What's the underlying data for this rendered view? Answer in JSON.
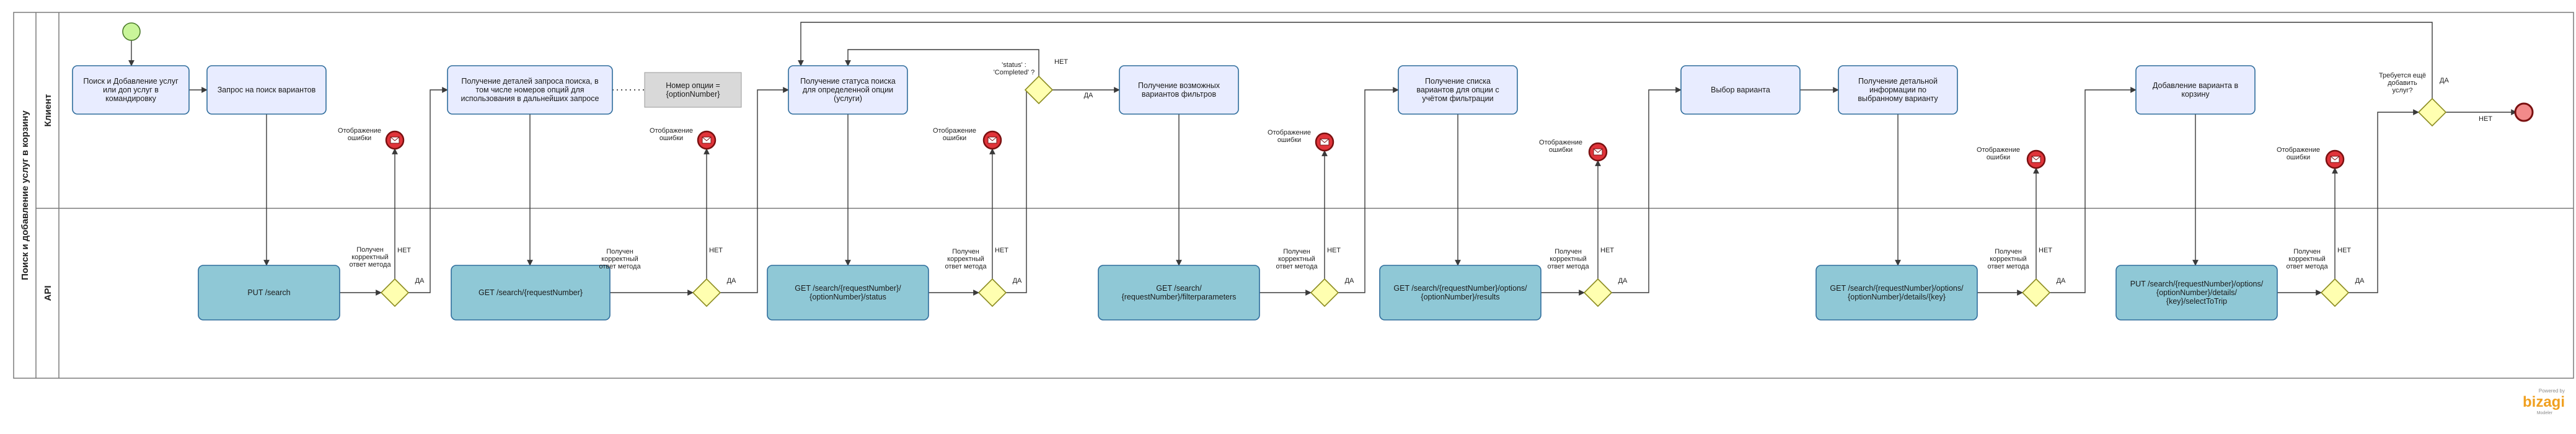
{
  "pool": {
    "title": "Поиск и добавление услуг в корзину",
    "lanes": [
      {
        "id": "client",
        "title": "Клиент"
      },
      {
        "id": "api",
        "title": "API"
      }
    ]
  },
  "colors": {
    "task_fill": "#e8ecff",
    "task_stroke": "#2f6d9c",
    "api_fill": "#8fc8d6",
    "api_stroke": "#2f6d9c",
    "gateway_fill": "#ffffb0",
    "gateway_stroke": "#8c8c20",
    "start_fill": "#c9f59a",
    "end_fill": "#f28a8a",
    "error_fill": "#e0343a",
    "data_fill": "#d9d9d9",
    "line": "#3a3a3a"
  },
  "client_tasks": [
    {
      "id": "t1",
      "lines": [
        "Поиск и Добавление услуг",
        "или доп услуг в",
        "командировку"
      ]
    },
    {
      "id": "t2",
      "lines": [
        "Запрос на поиск вариантов"
      ]
    },
    {
      "id": "t3",
      "lines": [
        "Получение деталей запроса поиска, в",
        "том числе номеров опций для",
        "использования в дальнейших запросе"
      ]
    },
    {
      "id": "t4",
      "lines": [
        "Получение статуса поиска",
        "для определенной опции",
        "(услуги)"
      ]
    },
    {
      "id": "t5",
      "lines": [
        "Получение возможных",
        "вариантов фильтров"
      ]
    },
    {
      "id": "t6",
      "lines": [
        "Получение списка",
        "вариантов для опции с",
        "учётом фильтрации"
      ]
    },
    {
      "id": "t7",
      "lines": [
        "Выбор варианта"
      ]
    },
    {
      "id": "t8",
      "lines": [
        "Получение детальной",
        "информации по",
        "выбранному варианту"
      ]
    },
    {
      "id": "t9",
      "lines": [
        "Добавление варианта в",
        "корзину"
      ]
    }
  ],
  "data_object": {
    "lines": [
      "Номер опции =",
      "{optionNumber}"
    ]
  },
  "api_tasks": [
    {
      "id": "a1",
      "lines": [
        "PUT /search"
      ]
    },
    {
      "id": "a2",
      "lines": [
        "GET /search/{requestNumber}"
      ]
    },
    {
      "id": "a3",
      "lines": [
        "GET /search/{requestNumber}/",
        "{optionNumber}/status"
      ]
    },
    {
      "id": "a4",
      "lines": [
        "GET /search/",
        "{requestNumber}/filterparameters"
      ]
    },
    {
      "id": "a5",
      "lines": [
        "GET /search/{requestNumber}/options/",
        "{optionNumber}/results"
      ]
    },
    {
      "id": "a6",
      "lines": [
        "GET /search/{requestNumber}/options/",
        "{optionNumber}/details/{key}"
      ]
    },
    {
      "id": "a7",
      "lines": [
        "PUT /search/{requestNumber}/options/",
        "{optionNumber}/details/",
        "{key}/selectToTrip"
      ]
    }
  ],
  "api_gateway_label": [
    "Получен",
    "корректный",
    "ответ метода"
  ],
  "error_label": [
    "Отображение",
    "ошибки"
  ],
  "status_gateway_label": [
    "'status' :",
    "'Completed' ?"
  ],
  "add_more_label": [
    "Требуется ещё",
    "добавить",
    "услуг?"
  ],
  "yes_label": "ДА",
  "no_label": "НЕТ",
  "brand": {
    "powered": "Powered by",
    "name": "bizagi",
    "sub": "Modeler"
  }
}
